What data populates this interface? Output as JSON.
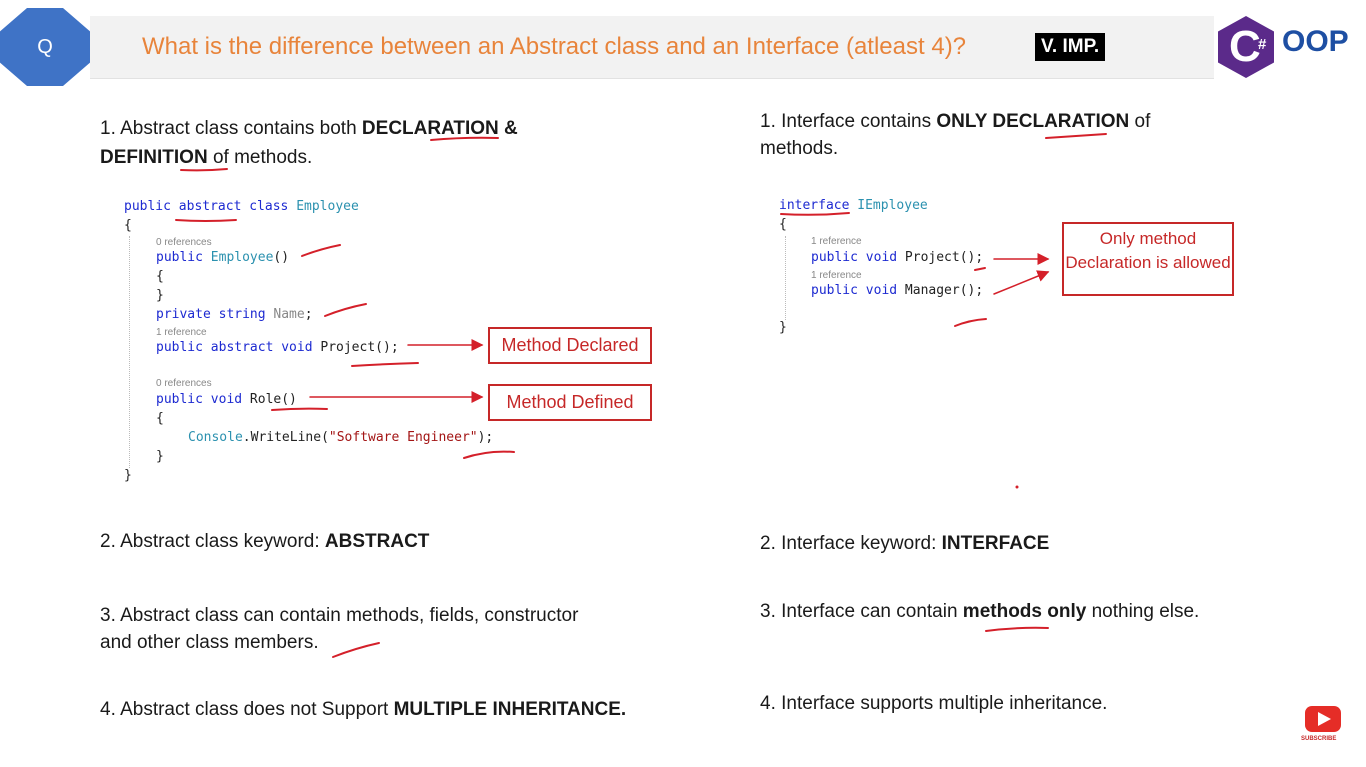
{
  "header": {
    "badge": "Q",
    "title": "What is the difference between an Abstract class and an Interface (atleast 4)?",
    "importance": "V. IMP.",
    "logo_text": "OOP",
    "logo_glyph": "C#",
    "title_color": "#e8843b",
    "badge_color": "#3f73c6"
  },
  "abstract": {
    "p1_pre": "1. Abstract class contains both ",
    "p1_bold1": "DECLARATION &",
    "p1_bold2": "DEFINITION",
    "p1_post": " of methods.",
    "code": {
      "line1_kw": "public abstract class",
      "line1_type": "Employee",
      "open": "{",
      "ref1": "0 references",
      "ctor_kw": "public",
      "ctor_name": "Employee",
      "ctor_parens": "()",
      "ctor_open": "{",
      "ctor_close": "}",
      "field_kw": "private string",
      "field_name": "Name",
      "field_end": ";",
      "ref2": "1 reference",
      "abs_kw": "public abstract void",
      "abs_sig": "Project();",
      "ref3": "0 references",
      "role_kw": "public void",
      "role_sig": "Role()",
      "role_open": "{",
      "console_type": "Console",
      "console_call": ".WriteLine(",
      "console_str": "\"Software Engineer\"",
      "console_end": ");",
      "role_close": "}",
      "close": "}"
    },
    "callout_declared": "Method Declared",
    "callout_defined": "Method Defined",
    "p2_pre": "2. Abstract class keyword: ",
    "p2_bold": "ABSTRACT",
    "p3_line1": "3. Abstract class can contain methods, fields, constructor",
    "p3_line2": "and other class members.",
    "p4_pre": "4. Abstract class does not Support ",
    "p4_bold": "MULTIPLE INHERITANCE."
  },
  "interface": {
    "p1_pre": "1. Interface contains ",
    "p1_bold": "ONLY DECLARATION",
    "p1_post": " of",
    "p1_line2": "methods.",
    "code": {
      "line1_kw": "interface",
      "line1_type": "IEmployee",
      "open": "{",
      "ref1": "1 reference",
      "m1_kw": "public void",
      "m1_sig": "Project();",
      "ref2": "1 reference",
      "m2_kw": "public void",
      "m2_sig": "Manager();",
      "close": "}"
    },
    "callout": "Only method Declaration is allowed",
    "p2_pre": "2. Interface keyword: ",
    "p2_bold": "INTERFACE",
    "p3_pre": "3. Interface can contain ",
    "p3_bold": "methods only",
    "p3_post": " nothing else.",
    "p4": "4. Interface supports multiple inheritance."
  },
  "subscribe": {
    "label": "SUBSCRIBE",
    "color": "#e52d27"
  },
  "annotation_color": "#d4202a"
}
